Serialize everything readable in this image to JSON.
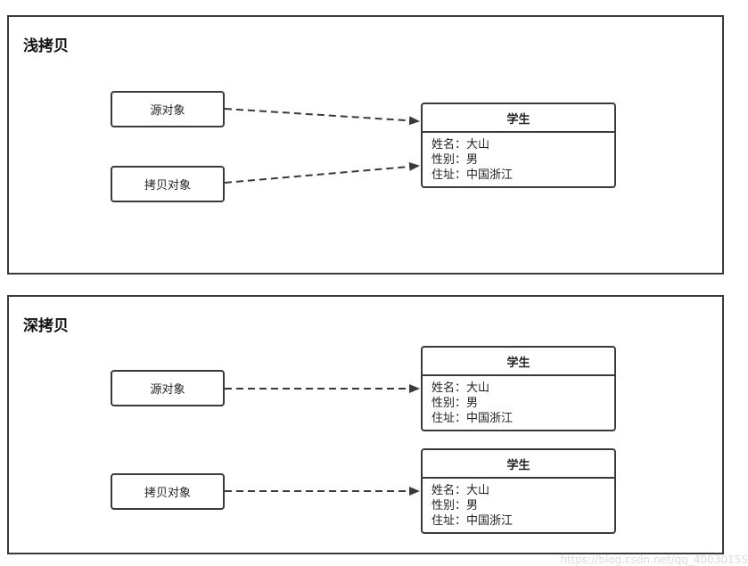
{
  "shallow": {
    "title": "浅拷贝",
    "source_label": "源对象",
    "copy_label": "拷贝对象",
    "student": {
      "title": "学生",
      "fields": [
        "姓名：大山",
        "性别：男",
        "住址：中国浙江"
      ]
    }
  },
  "deep": {
    "title": "深拷贝",
    "source_label": "源对象",
    "copy_label": "拷贝对象",
    "students": [
      {
        "title": "学生",
        "fields": [
          "姓名：大山",
          "性别：男",
          "住址：中国浙江"
        ]
      },
      {
        "title": "学生",
        "fields": [
          "姓名：大山",
          "性别：男",
          "住址：中国浙江"
        ]
      }
    ]
  },
  "watermark": "https://blog.csdn.net/qq_40030155"
}
